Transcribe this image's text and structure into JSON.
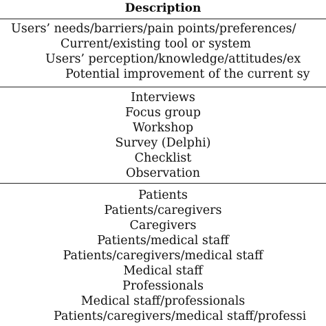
{
  "table": {
    "header": "Description",
    "sections": [
      {
        "lines": [
          "Users’ needs/barriers/pain points/preferences/",
          "Current/existing tool or system",
          "Users’ perception/knowledge/attitudes/ex",
          "Potential improvement of the current sy"
        ]
      },
      {
        "lines": [
          "Interviews",
          "Focus group",
          "Workshop",
          "Survey (Delphi)",
          "Checklist",
          "Observation"
        ]
      },
      {
        "lines": [
          "Patients",
          "Patients/caregivers",
          "Caregivers",
          "Patients/medical staff",
          "Patients/caregivers/medical staff",
          "Medical staff",
          "Professionals",
          "Medical staff/professionals",
          "Patients/caregivers/medical staff/professi"
        ]
      }
    ]
  }
}
